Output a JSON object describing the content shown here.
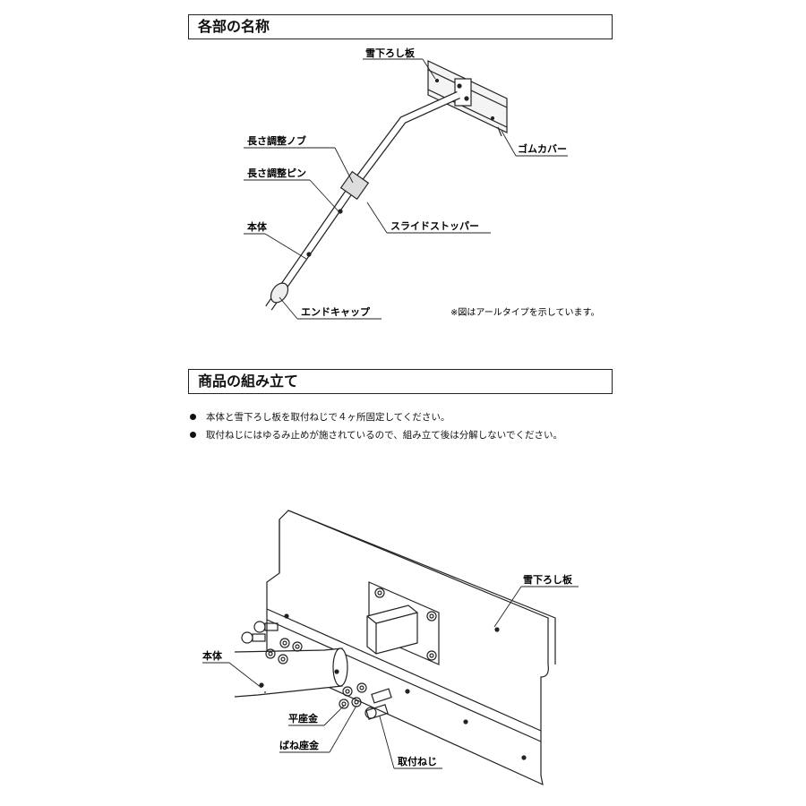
{
  "section_parts": {
    "title": "各部の名称",
    "labels": {
      "plate": "雪下ろし板",
      "rubber_cover": "ゴムカバー",
      "length_knob": "長さ調整ノブ",
      "length_pin": "長さ調整ピン",
      "body": "本体",
      "slide_stopper": "スライドストッパー",
      "end_cap": "エンドキャップ"
    },
    "note": "※図はアールタイプを示しています。"
  },
  "section_assembly": {
    "title": "商品の組み立て",
    "instructions": [
      "本体と雪下ろし板を取付ねじで４ヶ所固定してください。",
      "取付ねじにはゆるみ止めが施されているので、組み立て後は分解しないでください。"
    ],
    "labels": {
      "plate": "雪下ろし板",
      "body": "本体",
      "flat_washer": "平座金",
      "spring_washer": "ばね座金",
      "screw": "取付ねじ"
    }
  }
}
